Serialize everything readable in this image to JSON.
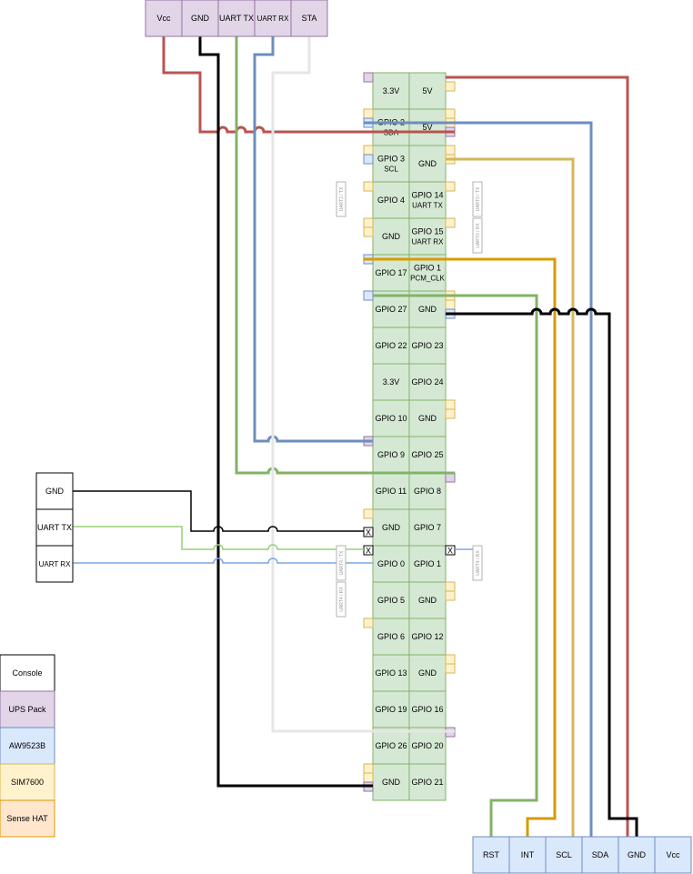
{
  "colors": {
    "ups": "#e1d5e7",
    "ups_stroke": "#9673a6",
    "aw": "#dae8fc",
    "aw_stroke": "#6c8ebf",
    "sim": "#fff2cc",
    "sim_stroke": "#d6b656",
    "sense": "#ffe6cc",
    "sense_stroke": "#d79b00",
    "gpio": "#d5e8d4",
    "gpio_stroke": "#82b366",
    "red": "#b85450",
    "blue": "#6c8ebf",
    "green": "#82b366",
    "gold": "#d6b656",
    "orange": "#d79b00",
    "black": "#000000",
    "white": "#e6e6e6",
    "thin_blue": "#7ea6e0",
    "thin_green": "#97d077"
  },
  "ups_header": [
    "Vcc",
    "GND",
    "UART TX",
    "UART RX",
    "STA"
  ],
  "console": [
    "GND",
    "UART TX",
    "UART RX"
  ],
  "legend": [
    "Console",
    "UPS Pack",
    "AW9523B",
    "SIM7600",
    "Sense HAT"
  ],
  "aw_bottom": [
    "RST",
    "INT",
    "SCL",
    "SDA",
    "GND",
    "Vcc"
  ],
  "gpio_left": [
    "3.3V",
    "GPIO 2\nSDA",
    "GPIO 3\nSCL",
    "GPIO 4",
    "GND",
    "GPIO 17",
    "GPIO 27",
    "GPIO 22",
    "3.3V",
    "GPIO 10",
    "GPIO 9",
    "GPIO 11",
    "GND",
    "GPIO 0",
    "GPIO 5",
    "GPIO 6",
    "GPIO 13",
    "GPIO 19",
    "GPIO 26",
    "GND"
  ],
  "gpio_right": [
    "5V",
    "5V",
    "GND",
    "GPIO 14\nUART TX",
    "GPIO 15\nUART RX",
    "GPIO 1\nPCM_CLK",
    "GND",
    "GPIO 23",
    "GPIO 24",
    "GND",
    "GPIO 25",
    "GPIO 8",
    "GPIO 7",
    "GPIO 1",
    "GND",
    "GPIO 12",
    "GND",
    "GPIO 16",
    "GPIO 20",
    "GPIO 21"
  ],
  "side_labels": [
    "UART2 / TX",
    "UART0 / TX",
    "UART0 / RX",
    "UART4 / TX",
    "UART4 / RX",
    "UART4 / RX"
  ],
  "x_mark": "X"
}
